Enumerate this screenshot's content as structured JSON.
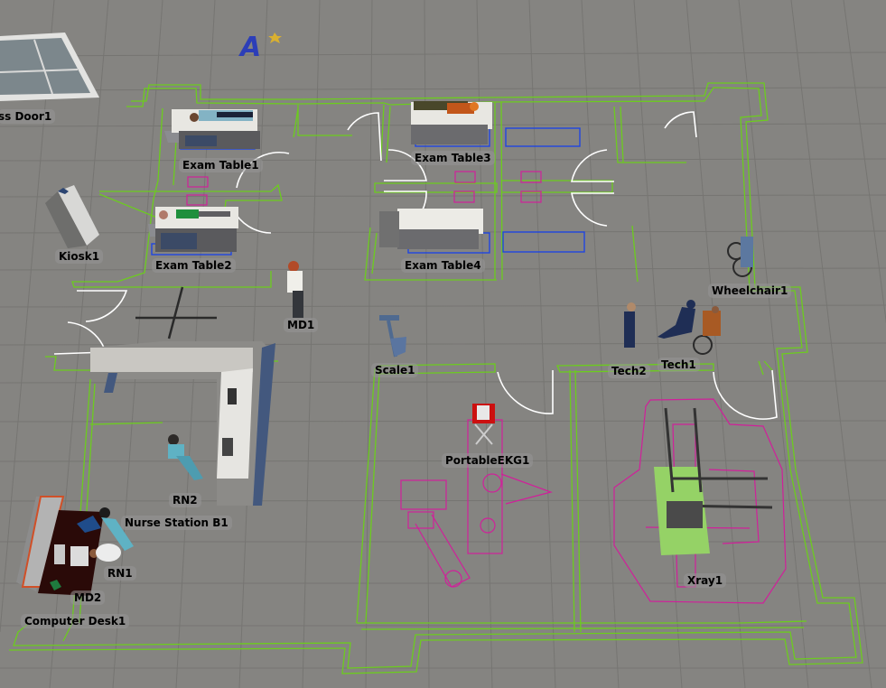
{
  "viewport": {
    "type": "3D simulation model view",
    "floor_color": "#858481",
    "grid_color": "#767572",
    "wall_outline_color": "#6ccc1e",
    "door_swing_color": "#ffffff",
    "equipment_outline_color": "#d0209a",
    "bed_outline_color": "#1f45e0"
  },
  "objects": [
    {
      "id": "sliding-glass-door",
      "label": "ss Door1",
      "kind": "door"
    },
    {
      "id": "exam-table-1",
      "label": "Exam Table1",
      "kind": "exam-table"
    },
    {
      "id": "exam-table-2",
      "label": "Exam Table2",
      "kind": "exam-table"
    },
    {
      "id": "exam-table-3",
      "label": "Exam Table3",
      "kind": "exam-table"
    },
    {
      "id": "exam-table-4",
      "label": "Exam Table4",
      "kind": "exam-table"
    },
    {
      "id": "kiosk-1",
      "label": "Kiosk1",
      "kind": "kiosk"
    },
    {
      "id": "md-1",
      "label": "MD1",
      "kind": "staff"
    },
    {
      "id": "scale-1",
      "label": "Scale1",
      "kind": "scale"
    },
    {
      "id": "wheelchair-1",
      "label": "Wheelchair1",
      "kind": "wheelchair"
    },
    {
      "id": "tech-1",
      "label": "Tech1",
      "kind": "staff"
    },
    {
      "id": "tech-2",
      "label": "Tech2",
      "kind": "staff"
    },
    {
      "id": "portable-ekg-1",
      "label": "PortableEKG1",
      "kind": "equipment"
    },
    {
      "id": "rn-2",
      "label": "RN2",
      "kind": "staff"
    },
    {
      "id": "nurse-station-b1",
      "label": "Nurse Station B1",
      "kind": "nurse-station"
    },
    {
      "id": "rn-1",
      "label": "RN1",
      "kind": "staff"
    },
    {
      "id": "md-2",
      "label": "MD2",
      "kind": "staff"
    },
    {
      "id": "computer-desk-1",
      "label": "Computer Desk1",
      "kind": "desk"
    },
    {
      "id": "xray-1",
      "label": "Xray1",
      "kind": "equipment"
    }
  ],
  "icons": {
    "axis_marker": "A"
  }
}
